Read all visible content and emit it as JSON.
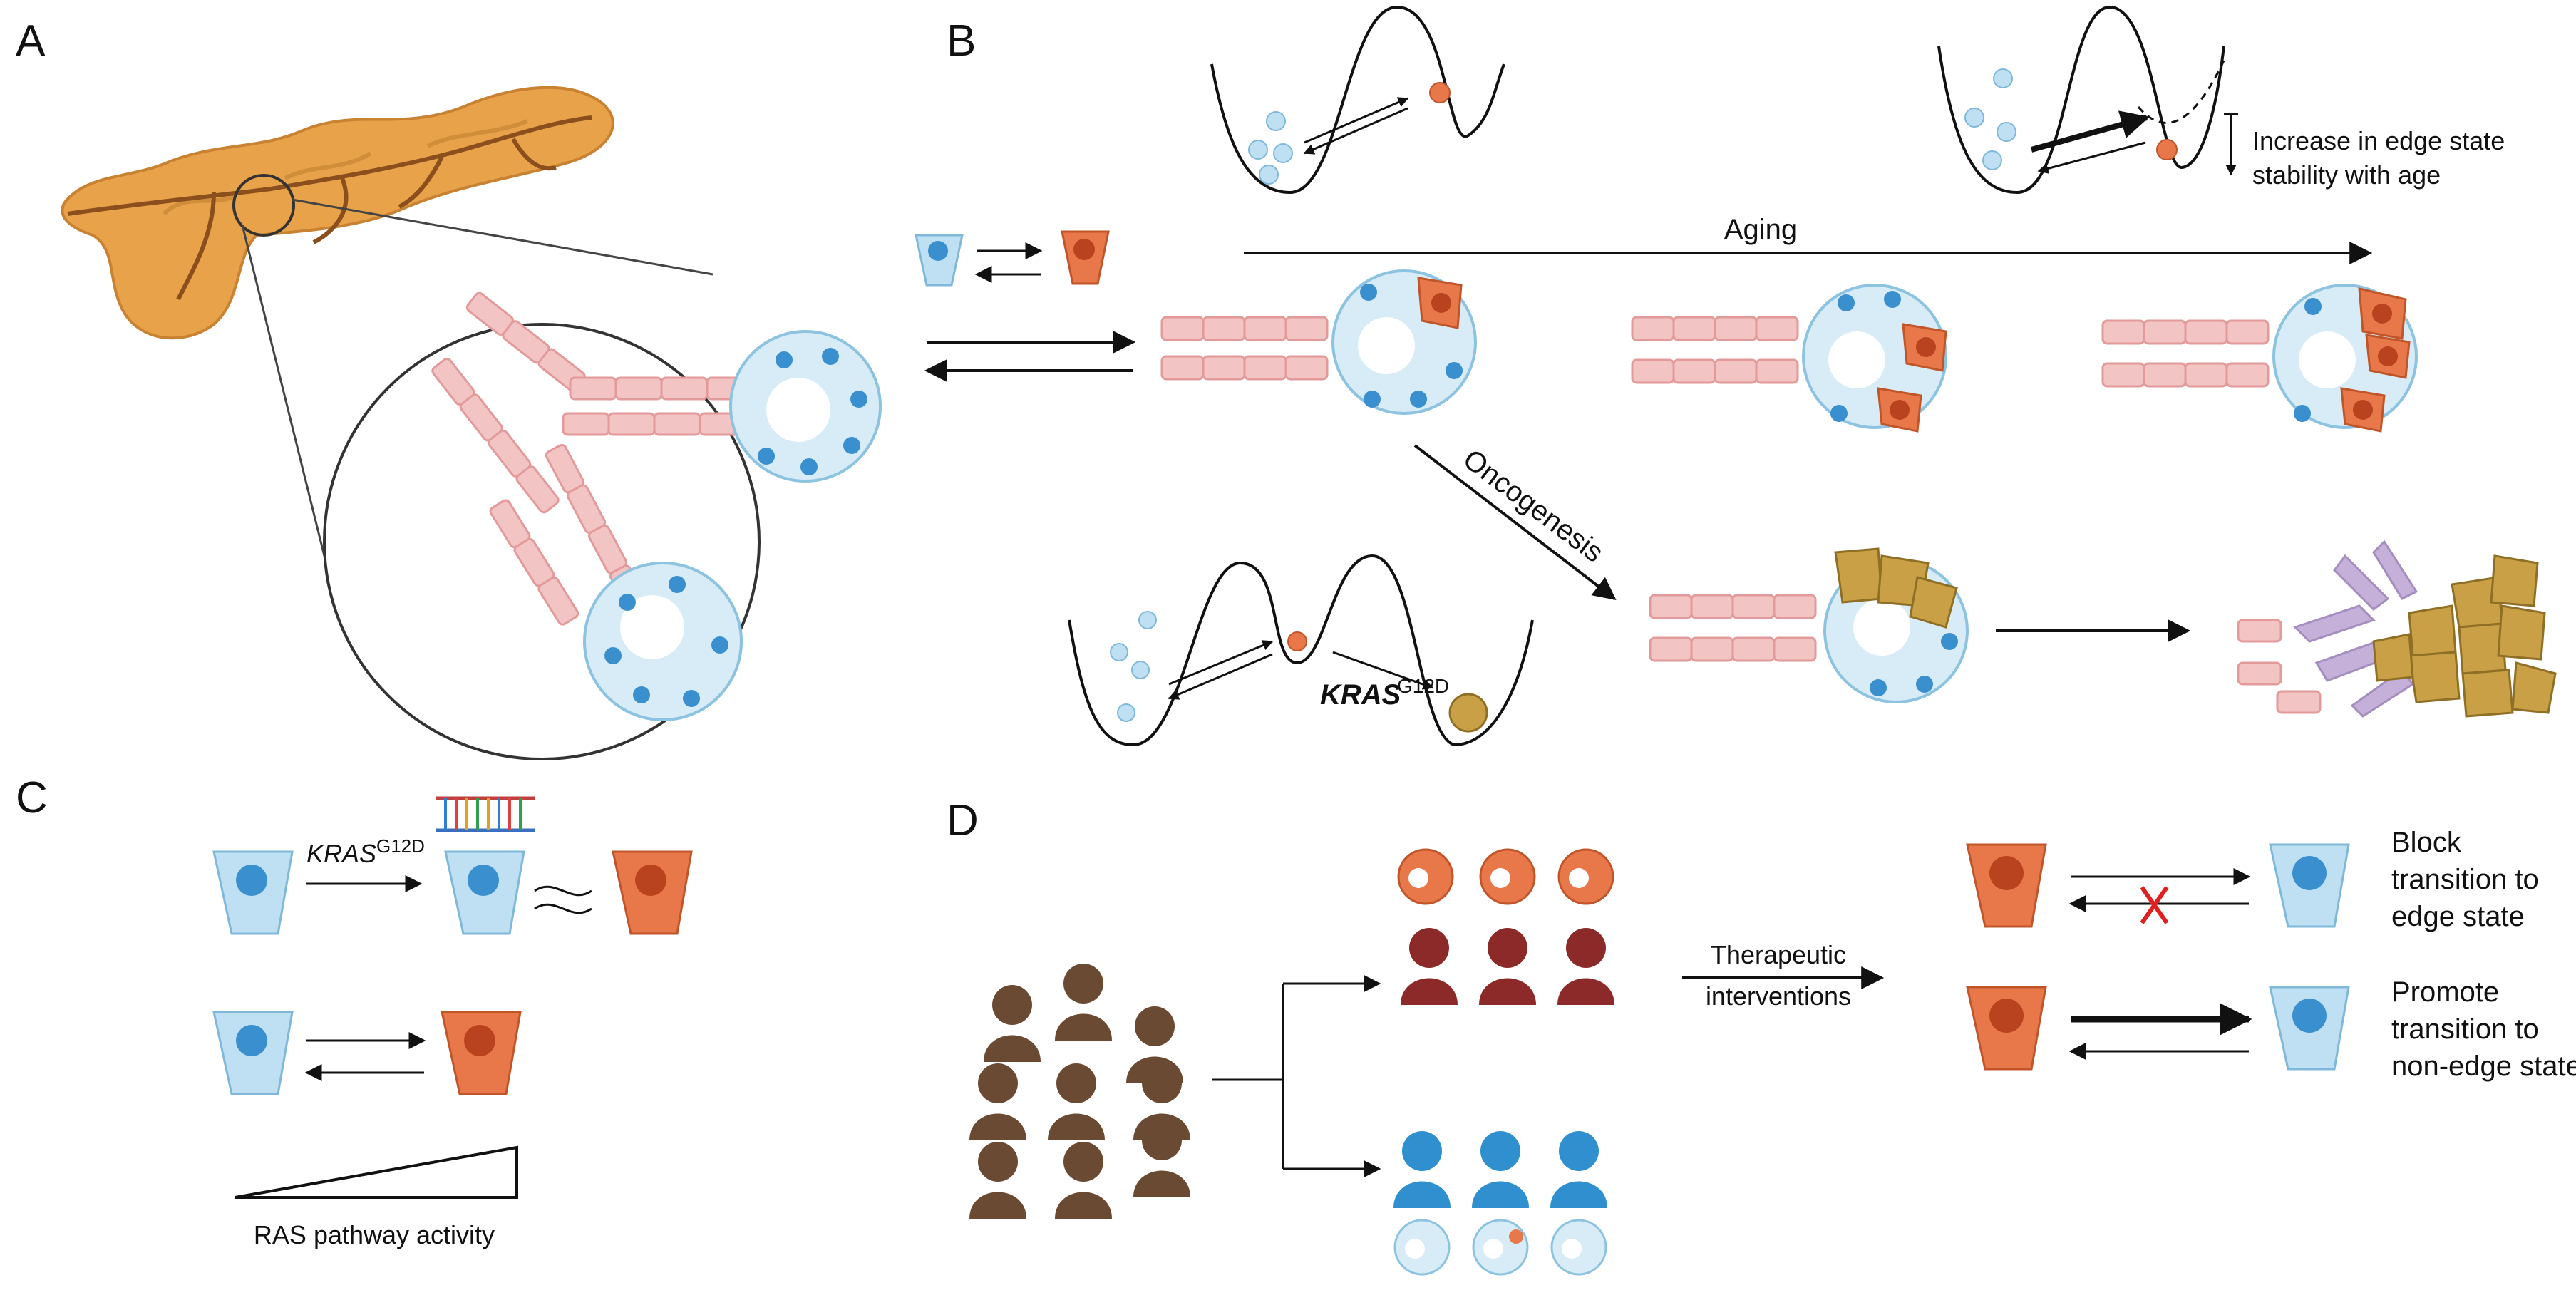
{
  "panels": {
    "a": "A",
    "b": "B",
    "c": "C",
    "d": "D"
  },
  "panel_b": {
    "aging_label": "Aging",
    "stability_note_line1": "Increase in edge state",
    "stability_note_line2": "stability with age",
    "oncogenesis_label": "Oncogenesis",
    "kras_gene": "KRAS",
    "kras_superscript": "G12D"
  },
  "panel_c": {
    "kras_gene": "KRAS",
    "kras_superscript": "G12D",
    "ras_activity_label": "RAS pathway activity"
  },
  "panel_d": {
    "therapy_line1": "Therapeutic",
    "therapy_line2": "interventions",
    "block_line1": "Block",
    "block_line2": "transition to",
    "block_line3": "edge state",
    "promote_line1": "Promote",
    "promote_line2": "transition to",
    "promote_line3": "non-edge state"
  },
  "colors": {
    "non_edge_cell": "#bfe0f2",
    "edge_cell": "#e8784a",
    "tumor_cell": "#c9a045",
    "duct_cell": "#f3c4c4",
    "pancreas": "#e8a34a",
    "vessel": "#9a5a22",
    "stromal_cell": "#c4b0d8",
    "person_brown": "#6b4a34",
    "person_red": "#8c2a2a",
    "person_blue": "#2f8fcf",
    "block_x": "#e02020"
  }
}
